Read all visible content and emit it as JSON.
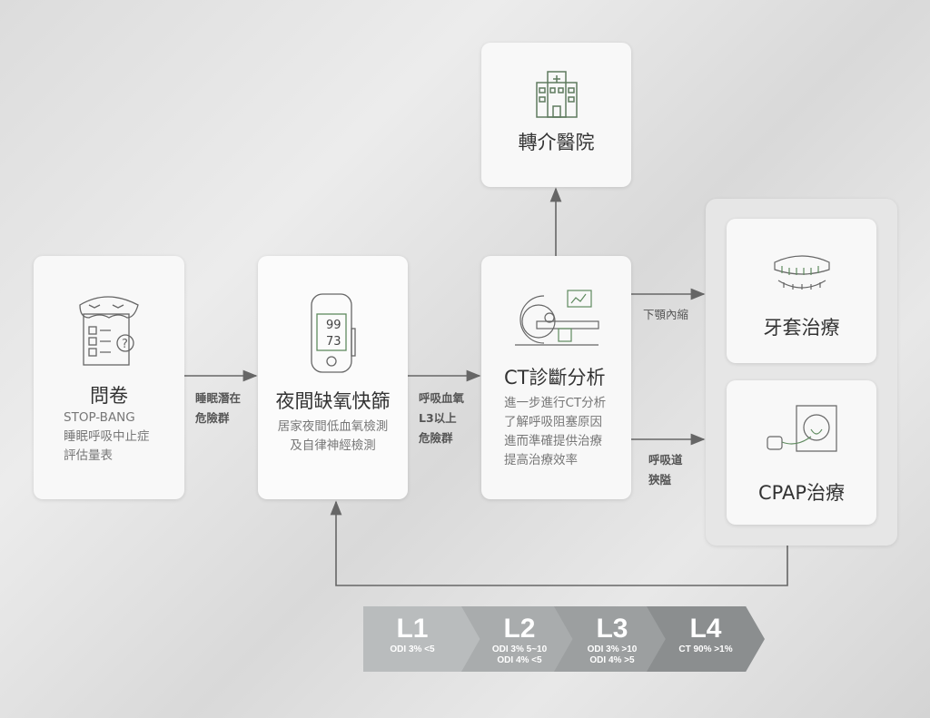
{
  "hospital": {
    "title": "轉介醫院",
    "icon": "hospital-icon"
  },
  "questionnaire": {
    "title": "問卷",
    "lines": [
      "STOP-BANG",
      "睡眠呼吸中止症",
      "評估量表"
    ],
    "icon": "sleep-questionnaire-icon"
  },
  "screening": {
    "title": "夜間缺氧快篩",
    "lines": [
      "居家夜間低血氧檢測",
      "及自律神經檢測"
    ],
    "icon": "pulse-oximeter-icon"
  },
  "ct": {
    "title": "CT診斷分析",
    "lines": [
      "進一步進行CT分析",
      "了解呼吸阻塞原因",
      "進而準確提供治療",
      "提高治療效率"
    ],
    "icon": "ct-scanner-icon"
  },
  "brace": {
    "title": "牙套治療",
    "icon": "dental-brace-icon"
  },
  "cpap": {
    "title": "CPAP治療",
    "icon": "cpap-mask-icon"
  },
  "arrows": {
    "a1": [
      "睡眠潛在",
      "危險群"
    ],
    "a2": [
      "呼吸血氧",
      "L3以上",
      "危險群"
    ],
    "a3": [
      "下顎內縮"
    ],
    "a4": [
      "呼吸道",
      "狹隘"
    ]
  },
  "levels": [
    {
      "name": "L1",
      "lines": [
        "ODI 3% <5"
      ],
      "color": "#b9bcbd"
    },
    {
      "name": "L2",
      "lines": [
        "ODI 3% 5~10",
        "ODI 4% <5"
      ],
      "color": "#a9acad"
    },
    {
      "name": "L3",
      "lines": [
        "ODI 3% >10",
        "ODI 4% >5"
      ],
      "color": "#9c9fa0"
    },
    {
      "name": "L4",
      "lines": [
        "CT 90% >1%"
      ],
      "color": "#8b8e8f"
    }
  ]
}
